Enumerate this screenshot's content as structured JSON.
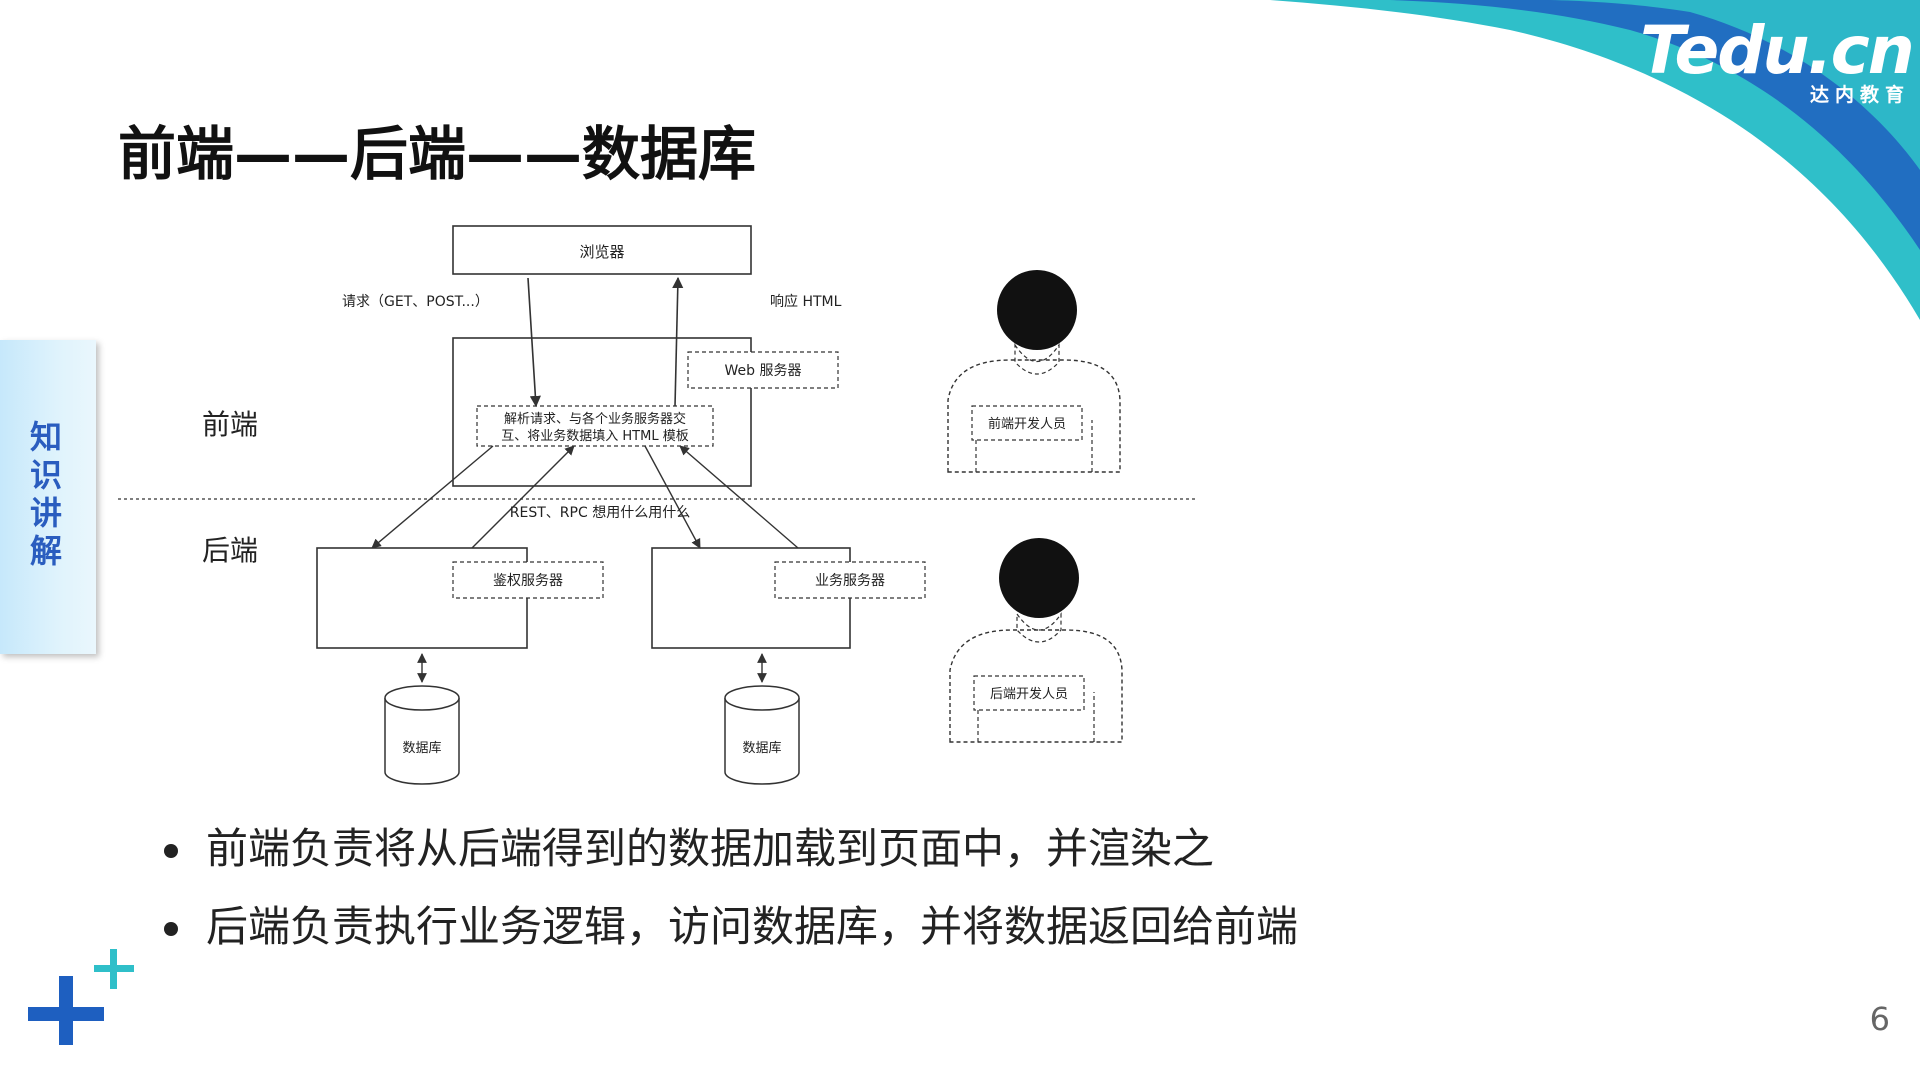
{
  "brand": {
    "logo_text": "Tedu.cn",
    "logo_sub": "达内教育",
    "accent_teal": "#2fbfc9",
    "accent_blue": "#1e5fc0"
  },
  "slide": {
    "title": "前端——后端——数据库",
    "side_tab": "知识讲解",
    "page_number": "6"
  },
  "diagram": {
    "browser": "浏览器",
    "request_label": "请求（GET、POST...）",
    "response_label": "响应 HTML",
    "frontend_label": "前端",
    "backend_label": "后端",
    "web_server": "Web 服务器",
    "parse_line1": "解析请求、与各个业务服务器交",
    "parse_line2": "互、将业务数据填入 HTML 模板",
    "rest_rpc": "REST、RPC 想用什么用什么",
    "auth_server": "鉴权服务器",
    "biz_server": "业务服务器",
    "db1": "数据库",
    "db2": "数据库",
    "fe_dev": "前端开发人员",
    "be_dev": "后端开发人员"
  },
  "bullets": [
    "前端负责将从后端得到的数据加载到页面中，并渲染之",
    "后端负责执行业务逻辑，访问数据库，并将数据返回给前端"
  ]
}
